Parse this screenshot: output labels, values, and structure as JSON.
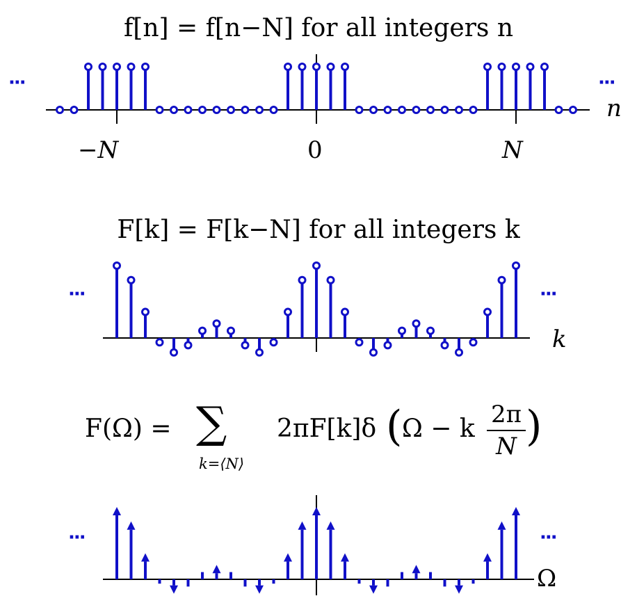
{
  "equations": {
    "eq1": "f[n] = f[n−N] for all integers n",
    "eq2": "F[k] = F[k−N] for all integers k",
    "eq3_left": "F(Ω) =",
    "eq3_sum": "∑",
    "eq3_sub": "k=⟨N⟩",
    "eq3_right": "2πF[k]δ",
    "eq3_mid": "Ω − k",
    "eq3_num": "2π",
    "eq3_den": "N"
  },
  "ellipsis": "···",
  "axis_labels": {
    "n": "n",
    "k": "k",
    "omega": "Ω"
  },
  "ticks": {
    "neg_N": "−N",
    "zero": "0",
    "N": "N"
  },
  "colors": {
    "signal": "#1010c8",
    "axis": "#000000"
  },
  "signals": {
    "f_n": {
      "period": 14,
      "index_range": [
        -18,
        18
      ],
      "values_per_period_from_minus2": [
        1,
        1,
        1,
        1,
        1,
        0,
        0,
        0,
        0,
        0,
        0,
        0,
        0,
        0
      ],
      "marker": "circle"
    },
    "F_k": {
      "period": 14,
      "index_range": [
        -14,
        14
      ],
      "values_by_k_mod_14": [
        1.0,
        0.8,
        0.36,
        -0.06,
        -0.2,
        -0.1,
        0.1,
        0.2,
        0.1,
        -0.1,
        -0.2,
        -0.06,
        0.36,
        0.8
      ],
      "marker": "circle"
    },
    "F_omega": {
      "period": 14,
      "index_range": [
        -14,
        14
      ],
      "values_by_k_mod_14": [
        1.0,
        0.8,
        0.36,
        -0.06,
        -0.2,
        -0.1,
        0.1,
        0.2,
        0.1,
        -0.1,
        -0.2,
        -0.06,
        0.36,
        0.8
      ],
      "marker": "arrow"
    }
  }
}
